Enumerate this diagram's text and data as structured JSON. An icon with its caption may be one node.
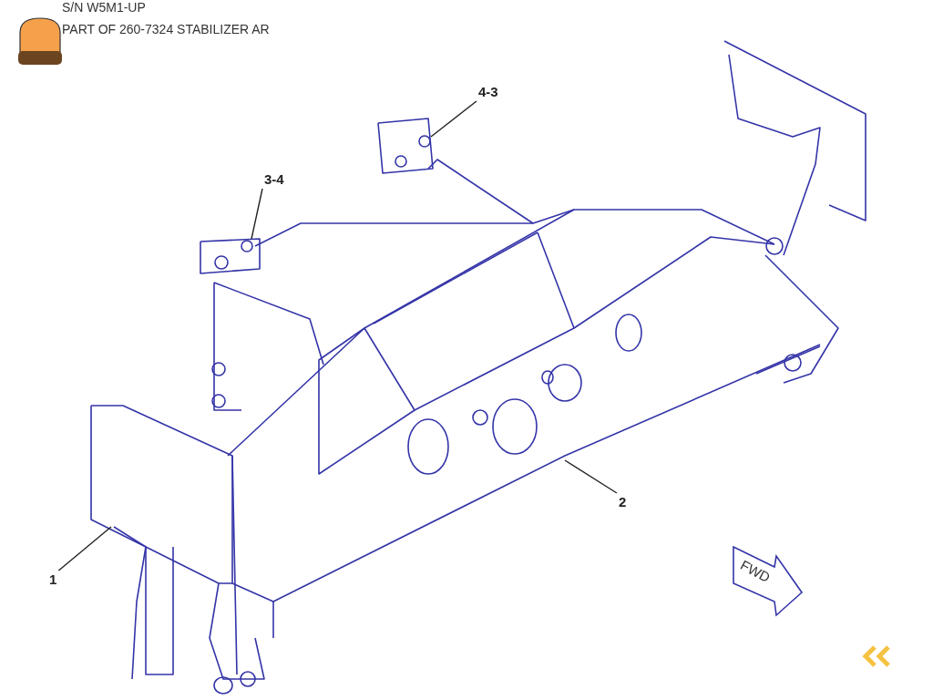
{
  "diagram": {
    "nodes": [
      {
        "text": [
          "4-3"
        ]
      },
      {
        "text": [
          "3-4"
        ]
      },
      {
        "text": [
          "2"
        ]
      },
      {
        "text": [
          "1"
        ]
      }
    ],
    "edges": [
      {
        "from": 0,
        "to": null,
        "arrow": "none"
      },
      {
        "from": 1,
        "to": null,
        "arrow": "none"
      },
      {
        "from": 2,
        "to": null,
        "arrow": "none"
      },
      {
        "from": 3,
        "to": null,
        "arrow": "none"
      }
    ],
    "labels": [
      "S/N W5M1-UP",
      "PART OF 260-7324 STABILIZER AR",
      "FWD"
    ]
  }
}
